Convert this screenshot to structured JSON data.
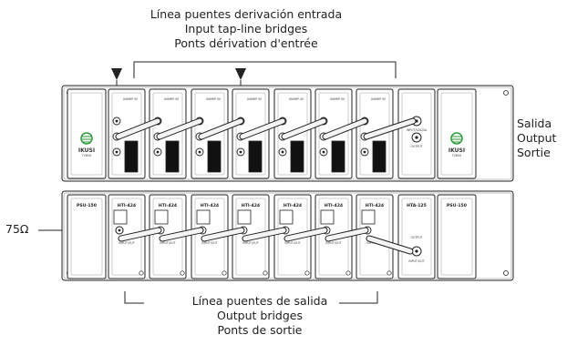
{
  "labels": {
    "input_tap": [
      "Línea puentes derivación entrada",
      "Input tap-line bridges",
      "Ponts dérivation d'entrée"
    ],
    "output": [
      "Salida",
      "Output",
      "Sortie"
    ],
    "impedance": "75Ω",
    "output_bridges": [
      "Línea puentes de salida",
      "Output bridges",
      "Ponts de sortie"
    ]
  },
  "top_row": {
    "psu_brand": "IKUSI",
    "psu_brand_sub": "TVBOX",
    "modules": [
      "UNIMIP-50",
      "UNIMIP-50",
      "UNIMIP-50",
      "UNIMIP-50",
      "UNIMIP-50",
      "UNIMIP-50",
      "UNIMIP-50"
    ],
    "amp_port_in": "INPUT/SALIDA",
    "amp_port_out": "OUTPUT"
  },
  "bottom_row": {
    "psu_left": "PSU-150",
    "psu_right": "PSU-150",
    "modules": [
      "HTI-424",
      "HTI-424",
      "HTI-424",
      "HTI-424",
      "HTI-424",
      "HTI-424",
      "HTI-424"
    ],
    "module_foot": "INPUT/OUT",
    "amp": "HTA-125",
    "amp_port": "OUTPUT",
    "amp_port_foot": "INPUT/OUT"
  }
}
